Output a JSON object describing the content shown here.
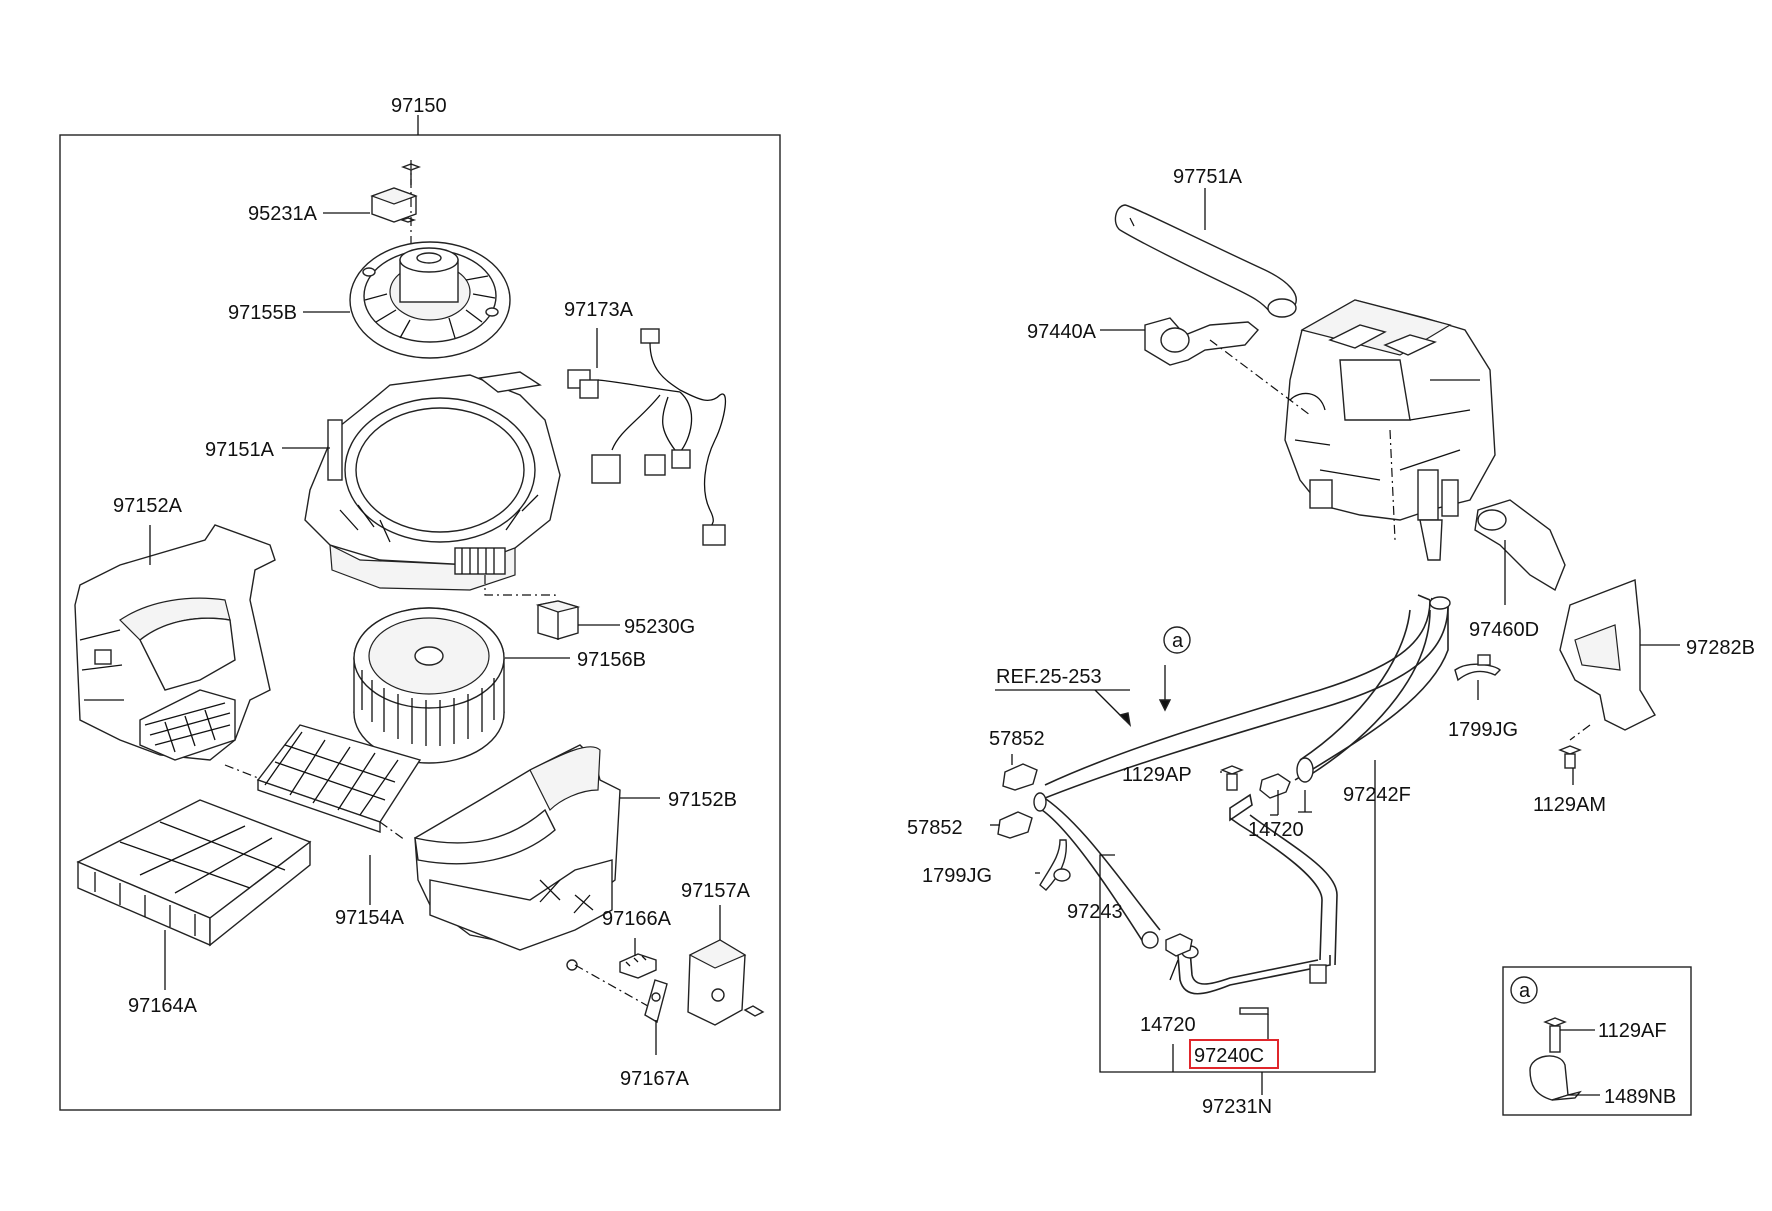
{
  "highlight_color": "#e0262b",
  "callout_marker": "a",
  "labels": {
    "p97150": "97150",
    "p95231A": "95231A",
    "p97155B": "97155B",
    "p97173A": "97173A",
    "p97151A": "97151A",
    "p97152A": "97152A",
    "p95230G": "95230G",
    "p97156B": "97156B",
    "p97152B": "97152B",
    "p97154A": "97154A",
    "p97157A": "97157A",
    "p97166A": "97166A",
    "p97164A": "97164A",
    "p97167A": "97167A",
    "p97751A": "97751A",
    "p97440A": "97440A",
    "p97460D": "97460D",
    "p97282B": "97282B",
    "ref25253": "REF.25-253",
    "p57852a": "57852",
    "p1129AP": "1129AP",
    "p1799JGr": "1799JG",
    "p1129AM": "1129AM",
    "p57852b": "57852",
    "p14720a": "14720",
    "p97242F": "97242F",
    "p1799JGl": "1799JG",
    "p97243": "97243",
    "p14720b": "14720",
    "p97240C": "97240C",
    "p97231N": "97231N",
    "p1129AF": "1129AF",
    "p1489NB": "1489NB"
  }
}
